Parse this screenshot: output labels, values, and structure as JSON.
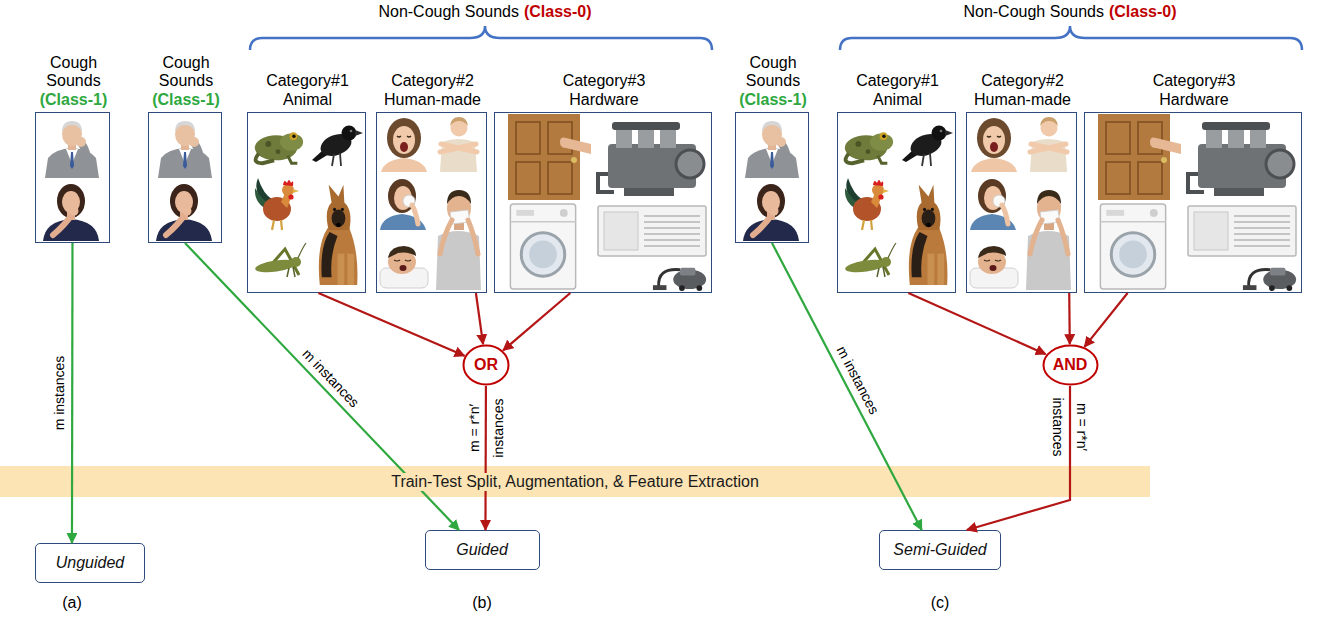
{
  "diagram": {
    "nodes": [
      {
        "text": [
          "Cough Sounds",
          "(Class-1)"
        ]
      },
      {
        "text": [
          "Cough Sounds",
          "(Class-1)"
        ]
      },
      {
        "text": [
          "Category#1 Animal"
        ]
      },
      {
        "text": [
          "Category#2 Human-made"
        ]
      },
      {
        "text": [
          "Category#3 Hardware"
        ]
      },
      {
        "text": [
          "Cough Sounds",
          "(Class-1)"
        ]
      },
      {
        "text": [
          "Category#1 Animal"
        ]
      },
      {
        "text": [
          "Category#2 Human-made"
        ]
      },
      {
        "text": [
          "Category#3 Hardware"
        ]
      },
      {
        "text": [
          "OR"
        ]
      },
      {
        "text": [
          "AND"
        ]
      },
      {
        "text": [
          "Train-Test Split, Augmentation, & Feature Extraction"
        ]
      },
      {
        "text": [
          "Unguided"
        ]
      },
      {
        "text": [
          "Guided"
        ]
      },
      {
        "text": [
          "Semi-Guided"
        ]
      }
    ],
    "edges": [
      {
        "from": 0,
        "to": 12,
        "arrow": "to",
        "label": "m instances"
      },
      {
        "from": 1,
        "to": 13,
        "arrow": "to",
        "label": "m instances"
      },
      {
        "from": 2,
        "to": 9,
        "arrow": "to"
      },
      {
        "from": 3,
        "to": 9,
        "arrow": "to"
      },
      {
        "from": 4,
        "to": 9,
        "arrow": "to"
      },
      {
        "from": 9,
        "to": 13,
        "arrow": "to",
        "label": "m = r*n′ instances"
      },
      {
        "from": 5,
        "to": 14,
        "arrow": "to",
        "label": "m instances"
      },
      {
        "from": 6,
        "to": 10,
        "arrow": "to"
      },
      {
        "from": 7,
        "to": 10,
        "arrow": "to"
      },
      {
        "from": 8,
        "to": 10,
        "arrow": "to"
      },
      {
        "from": 10,
        "to": 14,
        "arrow": "to",
        "label": "m = r*n′ instances"
      }
    ],
    "labels": [
      "Non-Cough Sounds",
      "(Class-0)",
      "Non-Cough Sounds",
      "(Class-0)",
      "(a)",
      "(b)",
      "(c)"
    ]
  }
}
